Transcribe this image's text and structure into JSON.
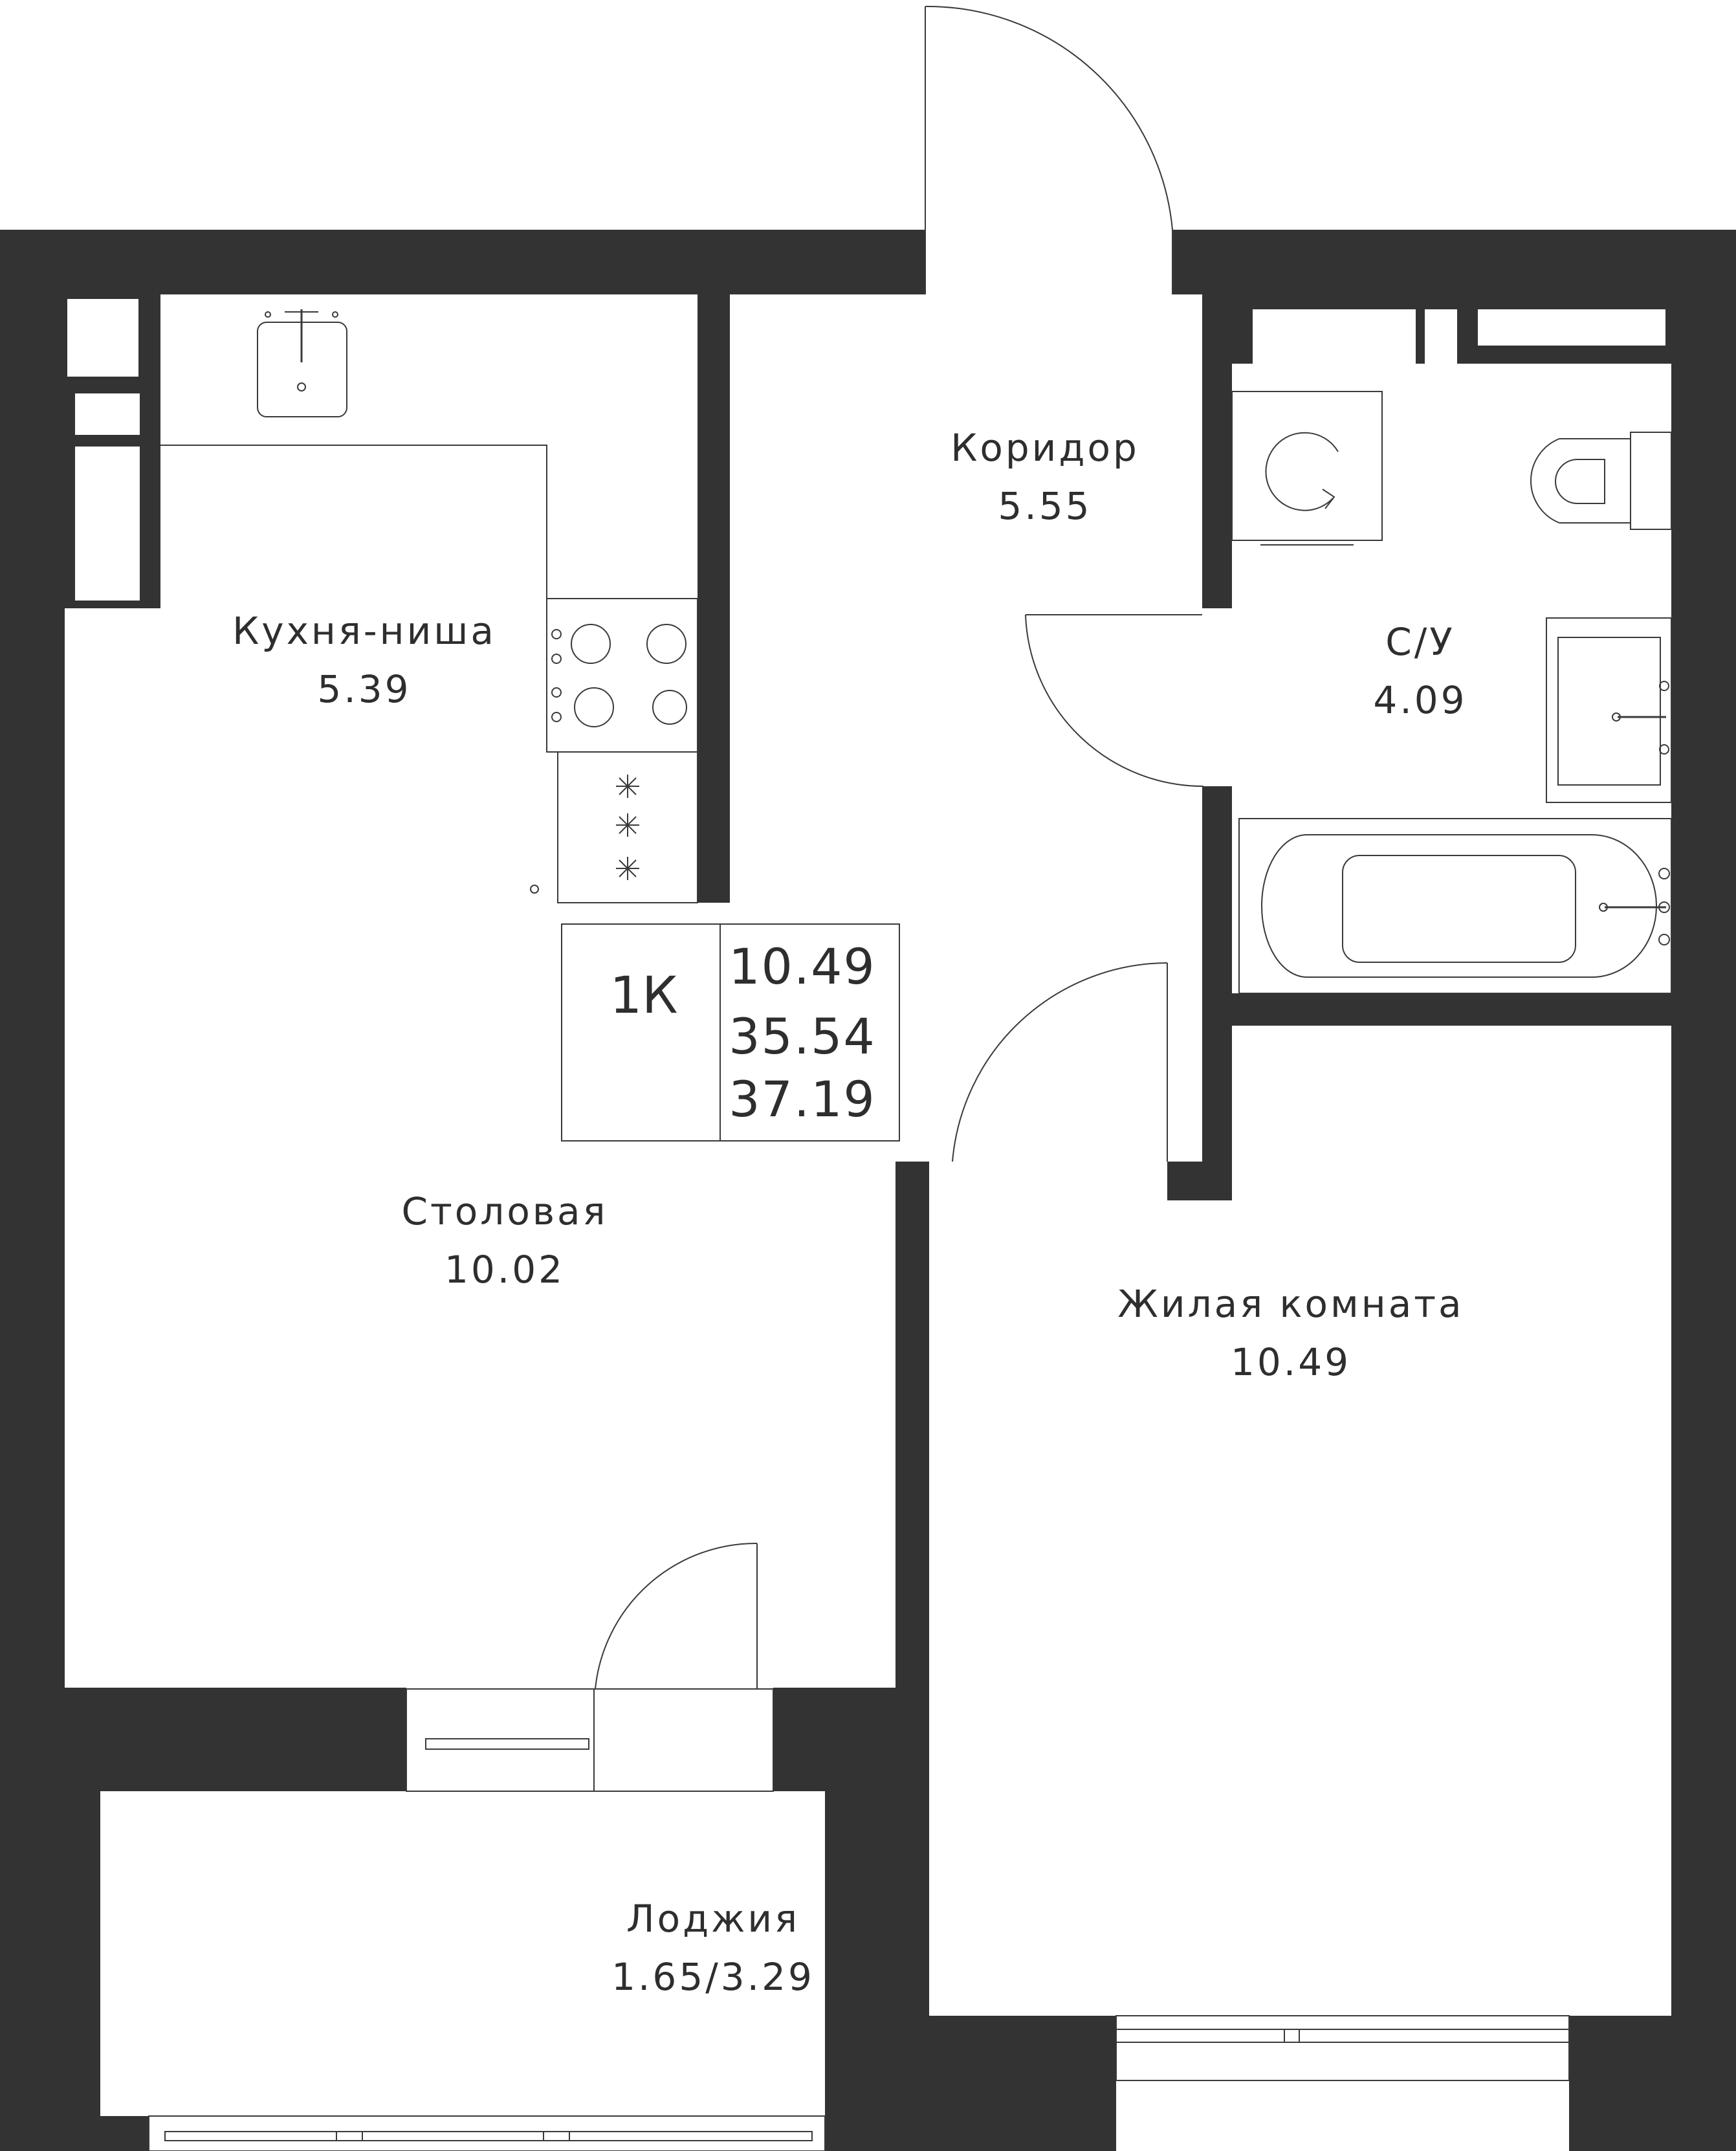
{
  "rooms": {
    "kitchen": {
      "name": "Кухня-ниша",
      "area": "5.39"
    },
    "corridor": {
      "name": "Коридор",
      "area": "5.55"
    },
    "bathroom": {
      "name": "С/У",
      "area": "4.09"
    },
    "dining": {
      "name": "Столовая",
      "area": "10.02"
    },
    "living": {
      "name": "Жилая комната",
      "area": "10.49"
    },
    "loggia": {
      "name": "Лоджия",
      "area": "1.65/3.29"
    }
  },
  "summary": {
    "type": "1К",
    "values": [
      "10.49",
      "35.54",
      "37.19"
    ]
  },
  "colors": {
    "wall": "#333333",
    "line": "#3a3a3a",
    "background": "#ffffff"
  },
  "icons": [
    "sink-icon",
    "stove-icon",
    "washing-machine-icon",
    "toilet-icon",
    "bathtub-icon",
    "door-swing-icon",
    "window-icon"
  ]
}
